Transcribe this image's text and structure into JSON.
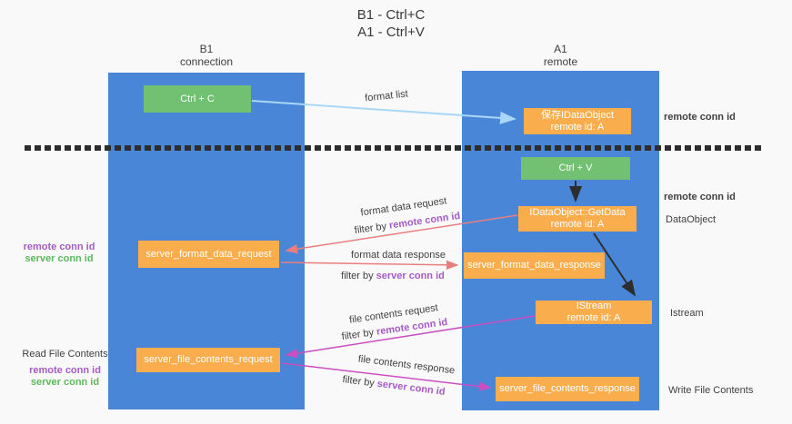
{
  "title": {
    "line1": "B1 - Ctrl+C",
    "line2": "A1 - Ctrl+V"
  },
  "columns": {
    "left": {
      "name": "B1",
      "subtitle": "connection"
    },
    "right": {
      "name": "A1",
      "subtitle": "remote"
    }
  },
  "nodes": {
    "ctrl_c": "Ctrl + C",
    "ctrl_v": "Ctrl + V",
    "save_dataobject": {
      "line1": "保存IDataObject",
      "line2": "remote id: A"
    },
    "getdata": {
      "line1": "IDataObject::GetData",
      "line2": "remote id: A"
    },
    "istream": {
      "line1": "IStream",
      "line2": "remote id: A"
    },
    "server_format_data_request": "server_format_data_request",
    "server_format_data_response": "server_format_data_response",
    "server_file_contents_request": "server_file_contents_request",
    "server_file_contents_response": "server_file_contents_response"
  },
  "edge_labels": {
    "format_list": "format list",
    "format_data_request": "format data request",
    "format_data_response": "format data response",
    "file_contents_request": "file contents request",
    "file_contents_response": "file contents response",
    "filter_by": "filter by "
  },
  "shared": {
    "remote_conn_id": "remote conn id",
    "server_conn_id": "server conn id"
  },
  "side_labels": {
    "dataobject": "DataObject",
    "istream_interface": "Istream",
    "read_file_contents": "Read File Contents",
    "write_file_contents": "Write File Contents"
  },
  "colors": {
    "lane_blue": "#4a86d8",
    "node_green": "#72c072",
    "node_orange": "#f9ad4d",
    "arrow_light_blue": "#a9d7f5",
    "arrow_black": "#2d2d2d",
    "arrow_red": "#e87f7f",
    "arrow_magenta": "#cb4fc0",
    "text_purple": "#a55bc4",
    "text_green": "#5cb85c",
    "background": "#f9f9f9"
  }
}
